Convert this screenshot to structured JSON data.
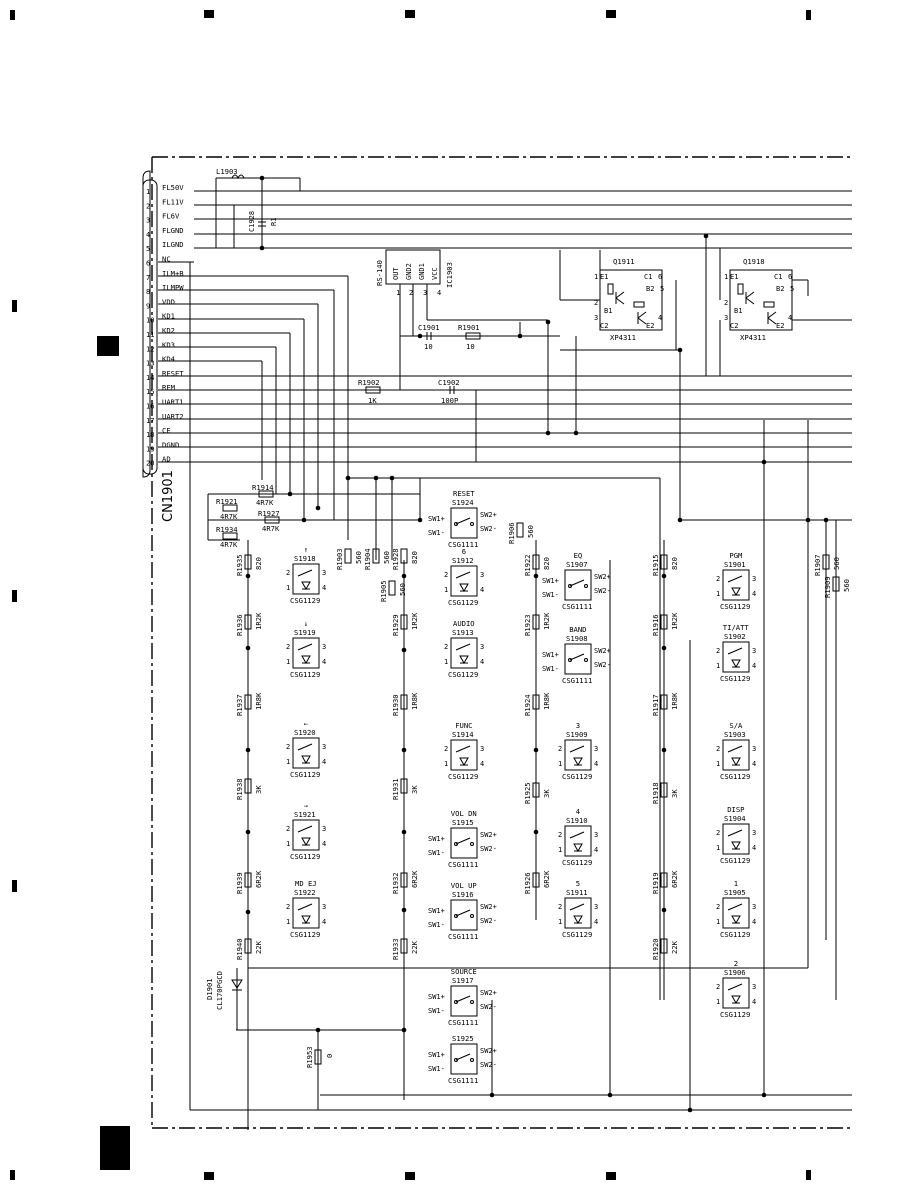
{
  "connector": {
    "ref": "CN1901",
    "pins": [
      {
        "n": "1",
        "name": "FL50V"
      },
      {
        "n": "2",
        "name": "FL11V"
      },
      {
        "n": "3",
        "name": "FL6V"
      },
      {
        "n": "4",
        "name": "FLGND"
      },
      {
        "n": "5",
        "name": "ILGND"
      },
      {
        "n": "6",
        "name": "NC"
      },
      {
        "n": "7",
        "name": "ILM+B"
      },
      {
        "n": "8",
        "name": "ILMPW"
      },
      {
        "n": "9",
        "name": "VDD"
      },
      {
        "n": "10",
        "name": "KD1"
      },
      {
        "n": "11",
        "name": "KD2"
      },
      {
        "n": "12",
        "name": "KD3"
      },
      {
        "n": "13",
        "name": "KD4"
      },
      {
        "n": "14",
        "name": "RESET"
      },
      {
        "n": "15",
        "name": "REM"
      },
      {
        "n": "16",
        "name": "UART1"
      },
      {
        "n": "17",
        "name": "UART2"
      },
      {
        "n": "18",
        "name": "CE"
      },
      {
        "n": "19",
        "name": "DGND"
      },
      {
        "n": "20",
        "name": "AD"
      }
    ]
  },
  "misc_parts": {
    "l1903": "L1903",
    "c1928": "C1928",
    "r1": "R1",
    "ic_ref": "IC1903",
    "ic_type": "RS-140",
    "ic_pins": [
      "OUT",
      "GND2",
      "GND1",
      "VCC"
    ],
    "ic_pin_nums": [
      "1",
      "2",
      "3",
      "4"
    ],
    "c1901": "C1901",
    "c1901_val": "10",
    "r1901": "R1901",
    "r1901_val": "10",
    "r1902": "R1902",
    "r1902_val": "1K",
    "c1902": "C1902",
    "c1902_val": "100P",
    "d1901": "D1901",
    "d1901_type": "CL170PGCD",
    "r1953": "R1953",
    "r1953_val": "0"
  },
  "transistors": [
    {
      "ref": "Q1911",
      "type": "XP4311"
    },
    {
      "ref": "Q1918",
      "type": "XP4311"
    }
  ],
  "transistor_pins": {
    "e1": "E1",
    "c1": "C1",
    "b2": "B2",
    "b1": "B1",
    "c2": "C2",
    "e2": "E2",
    "p1": "1",
    "p2": "2",
    "p3": "3",
    "p4": "4",
    "p5": "5",
    "p6": "6"
  },
  "switch_pins": {
    "a": "1",
    "b": "2",
    "c": "3",
    "d": "4"
  },
  "switch1111_pins": {
    "sw1p": "SW1+",
    "sw1m": "SW1-",
    "sw2p": "SW2+",
    "sw2m": "SW2-"
  },
  "resistors": [
    {
      "ref": "R1921",
      "val": "4R7K"
    },
    {
      "ref": "R1914",
      "val": "4R7K"
    },
    {
      "ref": "R1927",
      "val": "4R7K"
    },
    {
      "ref": "R1934",
      "val": "4R7K"
    },
    {
      "ref": "R1935",
      "val": "820"
    },
    {
      "ref": "R1936",
      "val": "1R2K"
    },
    {
      "ref": "R1937",
      "val": "1R8K"
    },
    {
      "ref": "R1938",
      "val": "3K"
    },
    {
      "ref": "R1939",
      "val": "6R2K"
    },
    {
      "ref": "R1940",
      "val": "22K"
    },
    {
      "ref": "R1903",
      "val": "560"
    },
    {
      "ref": "R1904",
      "val": "560"
    },
    {
      "ref": "R1928",
      "val": "820"
    },
    {
      "ref": "R1905",
      "val": "560"
    },
    {
      "ref": "R1929",
      "val": "1R2K"
    },
    {
      "ref": "R1930",
      "val": "1R8K"
    },
    {
      "ref": "R1931",
      "val": "3K"
    },
    {
      "ref": "R1932",
      "val": "6R2K"
    },
    {
      "ref": "R1933",
      "val": "22K"
    },
    {
      "ref": "R1906",
      "val": "560"
    },
    {
      "ref": "R1922",
      "val": "820"
    },
    {
      "ref": "R1923",
      "val": "1R2K"
    },
    {
      "ref": "R1924",
      "val": "1R8K"
    },
    {
      "ref": "R1925",
      "val": "3K"
    },
    {
      "ref": "R1926",
      "val": "6R2K"
    },
    {
      "ref": "R1915",
      "val": "820"
    },
    {
      "ref": "R1916",
      "val": "1R2K"
    },
    {
      "ref": "R1917",
      "val": "1R8K"
    },
    {
      "ref": "R1918",
      "val": "3K"
    },
    {
      "ref": "R1919",
      "val": "6R2K"
    },
    {
      "ref": "R1920",
      "val": "22K"
    },
    {
      "ref": "R1907",
      "val": "560"
    },
    {
      "ref": "R1909",
      "val": "560"
    }
  ],
  "switches": [
    {
      "ref": "S1918",
      "label": "↑",
      "type": "CSG1129"
    },
    {
      "ref": "S1919",
      "label": "↓",
      "type": "CSG1129"
    },
    {
      "ref": "S1920",
      "label": "←",
      "type": "CSG1129"
    },
    {
      "ref": "S1921",
      "label": "→",
      "type": "CSG1129"
    },
    {
      "ref": "S1922",
      "label": "MD EJ",
      "type": "CSG1129"
    },
    {
      "ref": "S1924",
      "label": "RESET",
      "type": "CSG1111"
    },
    {
      "ref": "S1912",
      "label": "6",
      "type": "CSG1129"
    },
    {
      "ref": "S1913",
      "label": "AUDIO",
      "type": "CSG1129"
    },
    {
      "ref": "S1914",
      "label": "FUNC",
      "type": "CSG1129"
    },
    {
      "ref": "S1915",
      "label": "VOL DN",
      "type": "CSG1111"
    },
    {
      "ref": "S1916",
      "label": "VOL UP",
      "type": "CSG1111"
    },
    {
      "ref": "S1917",
      "label": "SOURCE",
      "type": "CSG1111"
    },
    {
      "ref": "S1925",
      "label": "",
      "type": "CSG1111"
    },
    {
      "ref": "S1907",
      "label": "EQ",
      "type": "CSG1111"
    },
    {
      "ref": "S1908",
      "label": "BAND",
      "type": "CSG1111"
    },
    {
      "ref": "S1909",
      "label": "3",
      "type": "CSG1129"
    },
    {
      "ref": "S1910",
      "label": "4",
      "type": "CSG1129"
    },
    {
      "ref": "S1911",
      "label": "5",
      "type": "CSG1129"
    },
    {
      "ref": "S1901",
      "label": "PGM",
      "type": "CSG1129"
    },
    {
      "ref": "S1902",
      "label": "TI/ATT",
      "type": "CSG1129"
    },
    {
      "ref": "S1903",
      "label": "S/A",
      "type": "CSG1129"
    },
    {
      "ref": "S1904",
      "label": "DISP",
      "type": "CSG1129"
    },
    {
      "ref": "S1905",
      "label": "1",
      "type": "CSG1129"
    },
    {
      "ref": "S1906",
      "label": "2",
      "type": "CSG1129"
    }
  ]
}
